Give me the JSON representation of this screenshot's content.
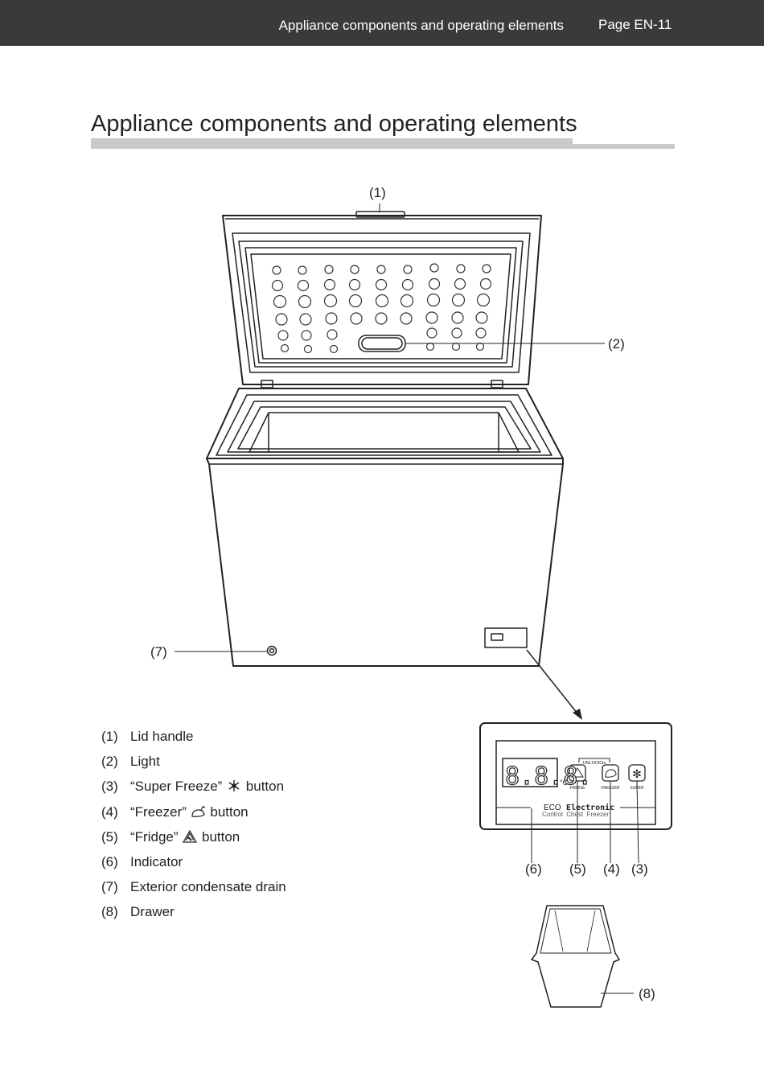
{
  "header": {
    "section_title": "Appliance components and operating elements",
    "page_number": "Page EN-11"
  },
  "page_title": "Appliance components and operating elements",
  "callouts": {
    "c1": "(1)",
    "c2": "(2)",
    "c3": "(3)",
    "c4": "(4)",
    "c5": "(5)",
    "c6": "(6)",
    "c7": "(7)",
    "c8": "(8)"
  },
  "control_panel": {
    "display": "8.8.8.",
    "unit": "°C",
    "unlock_label": "UNLOCK3s",
    "fridge_label": "FRIDGE",
    "freezer_label": "FREEZER",
    "super_label": "SUPER",
    "brand_eco": "ECO",
    "brand_electronic": "Electronic",
    "brand_sub": "Control  Chest  Freezer"
  },
  "legend": [
    {
      "num": "(1)",
      "text": "Lid handle"
    },
    {
      "num": "(2)",
      "text": "Light"
    },
    {
      "num": "(3)",
      "text_before": "“Super Freeze”",
      "icon": "snowflake-icon",
      "text_after": "button"
    },
    {
      "num": "(4)",
      "text_before": "“Freezer”",
      "icon": "poultry-icon",
      "text_after": "button"
    },
    {
      "num": "(5)",
      "text_before": "“Fridge”",
      "icon": "watermelon-icon",
      "text_after": "button"
    },
    {
      "num": "(6)",
      "text": "Indicator"
    },
    {
      "num": "(7)",
      "text": "Exterior condensate drain"
    },
    {
      "num": "(8)",
      "text": "Drawer"
    }
  ]
}
